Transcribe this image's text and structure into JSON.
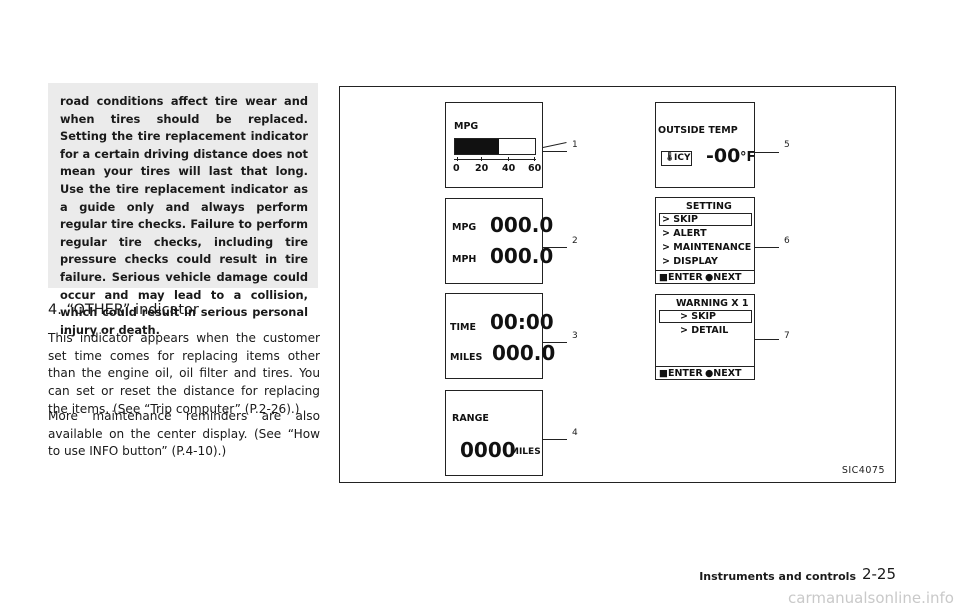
{
  "warning": {
    "text": "road conditions affect tire wear and when tires should be replaced. Setting the tire replacement indicator for a certain driving distance does not mean your tires will last that long. Use the tire replacement indicator as a guide only and always perform regular tire checks. Failure to perform regular tire checks, including tire pressure checks could result in tire failure. Serious vehicle damage could occur and may lead to a collision, which could result in serious personal injury or death."
  },
  "section": {
    "heading": "4. “OTHER” indicator",
    "para1": "This indicator appears when the customer set time comes for replacing items other than the engine oil, oil filter and tires. You can set or reset the distance for replacing the items. (See “Trip computer” (P.2-26).)",
    "para2": "More maintenance reminders are also available on the center display. (See “How to use INFO button” (P.4-10).)"
  },
  "figure": {
    "code": "SIC4075",
    "panel1": {
      "label": "MPG",
      "ticks": [
        "0",
        "20",
        "40",
        "60"
      ],
      "fill_fraction": 0.55,
      "callout": "1"
    },
    "panel2": {
      "label1": "MPG",
      "value1": "000.0",
      "label2": "MPH",
      "value2": "000.0",
      "callout": "2"
    },
    "panel3": {
      "label1": "TIME",
      "value1": "00:00",
      "label2": "MILES",
      "value2": "000.0",
      "callout": "3"
    },
    "panel4": {
      "label": "RANGE",
      "value": "0000",
      "unit": "MILES",
      "callout": "4"
    },
    "panel5": {
      "label": "OUTSIDE TEMP",
      "icy": "ICY",
      "value": "-00",
      "unit": "°F",
      "callout": "5"
    },
    "panel6": {
      "title": "SETTING",
      "items": [
        "SKIP",
        "ALERT",
        "MAINTENANCE",
        "DISPLAY"
      ],
      "enter": "ENTER",
      "next": "NEXT",
      "callout": "6"
    },
    "panel7": {
      "title": "WARNING X 1",
      "items": [
        "SKIP",
        "DETAIL"
      ],
      "enter": "ENTER",
      "next": "NEXT",
      "callout": "7"
    }
  },
  "footer": {
    "section": "Instruments and controls",
    "page": "2-25"
  },
  "watermark": "carmanualsonline.info"
}
